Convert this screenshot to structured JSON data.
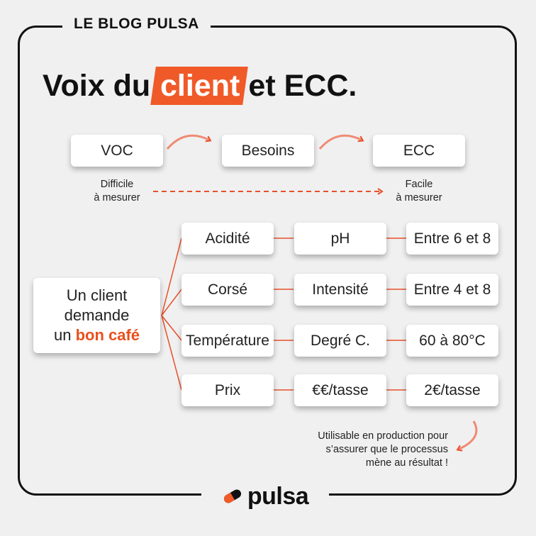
{
  "header": "LE BLOG PULSA",
  "title": {
    "before": "Voix du",
    "highlight": "client",
    "after": "et ECC."
  },
  "flow": {
    "steps": [
      "VOC",
      "Besoins",
      "ECC"
    ],
    "left_note": [
      "Difficile",
      "à mesurer"
    ],
    "right_note": [
      "Facile",
      "à mesurer"
    ]
  },
  "center": {
    "line1": "Un client",
    "line2": "demande",
    "line3_prefix": "un",
    "line3_accent": "bon café"
  },
  "rows": [
    {
      "need": "Acidité",
      "measure": "pH",
      "target": "Entre 6 et 8"
    },
    {
      "need": "Corsé",
      "measure": "Intensité",
      "target": "Entre 4 et 8"
    },
    {
      "need": "Température",
      "measure": "Degré C.",
      "target": "60 à 80°C"
    },
    {
      "need": "Prix",
      "measure": "€€/tasse",
      "target": "2€/tasse"
    }
  ],
  "footnote": [
    "Utilisable en production pour",
    "s’assurer que le processus",
    "mène au résultat !"
  ],
  "logo": "pulsa",
  "colors": {
    "accent": "#f05a28",
    "background": "#f0f0f0",
    "border": "#111111",
    "connector": "#e8502a"
  }
}
